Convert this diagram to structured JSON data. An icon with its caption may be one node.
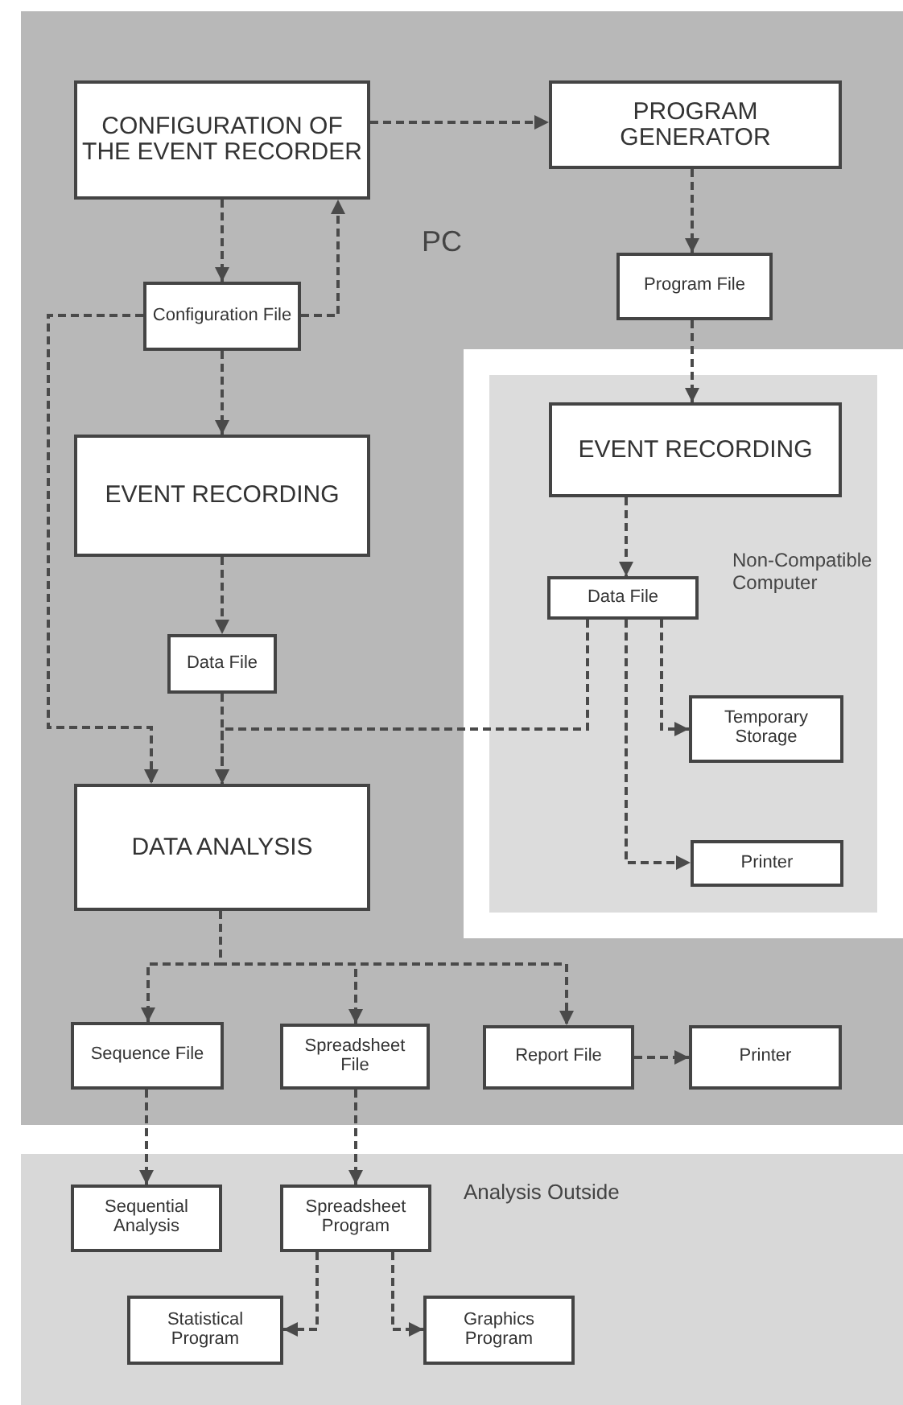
{
  "diagram": {
    "nodes": [
      {
        "text": [
          "PC"
        ]
      },
      {
        "text": [
          "CONFIGURATION OF THE EVENT RECORDER"
        ],
        "in": 0
      },
      {
        "text": [
          "PROGRAM GENERATOR"
        ],
        "in": 0
      },
      {
        "text": [
          "Configuration File"
        ],
        "in": 0
      },
      {
        "text": [
          "Program File"
        ],
        "in": 0
      },
      {
        "text": [
          "Non-Compatible Computer"
        ],
        "in": 0
      },
      {
        "text": [
          "EVENT RECORDING"
        ],
        "in": 5
      },
      {
        "text": [
          "Data File"
        ],
        "in": 5
      },
      {
        "text": [
          "Temporary Storage"
        ],
        "in": 5
      },
      {
        "text": [
          "Printer"
        ],
        "in": 5
      },
      {
        "text": [
          "EVENT RECORDING"
        ],
        "in": 0
      },
      {
        "text": [
          "Data File"
        ],
        "in": 0
      },
      {
        "text": [
          "DATA ANALYSIS"
        ],
        "in": 0
      },
      {
        "text": [
          "Sequence File"
        ],
        "in": 0
      },
      {
        "text": [
          "Spreadsheet File"
        ],
        "in": 0
      },
      {
        "text": [
          "Report File"
        ],
        "in": 0
      },
      {
        "text": [
          "Printer"
        ],
        "in": 0
      },
      {
        "text": [
          "Analysis Outside"
        ]
      },
      {
        "text": [
          "Sequential Analysis"
        ],
        "in": 17
      },
      {
        "text": [
          "Spreadsheet Program"
        ],
        "in": 17
      },
      {
        "text": [
          "Statistical Program"
        ],
        "in": 17
      },
      {
        "text": [
          "Graphics Program"
        ],
        "in": 17
      }
    ],
    "edges": [
      {
        "from": 1,
        "to": 2,
        "arrow": "to",
        "style": "dashed"
      },
      {
        "from": 1,
        "to": 3,
        "arrow": "to",
        "style": "dashed"
      },
      {
        "from": 3,
        "to": 1,
        "arrow": "to",
        "style": "dashed"
      },
      {
        "from": 3,
        "to": 12,
        "arrow": "to",
        "style": "dashed"
      },
      {
        "from": 3,
        "to": 10,
        "arrow": "to",
        "style": "dashed"
      },
      {
        "from": 2,
        "to": 4,
        "arrow": "to",
        "style": "dashed"
      },
      {
        "from": 4,
        "to": 6,
        "arrow": "to",
        "style": "dashed"
      },
      {
        "from": 6,
        "to": 7,
        "arrow": "to",
        "style": "dashed"
      },
      {
        "from": 7,
        "to": 12,
        "arrow": "to",
        "style": "dashed"
      },
      {
        "from": 7,
        "to": 8,
        "arrow": "to",
        "style": "dashed"
      },
      {
        "from": 7,
        "to": 9,
        "arrow": "to",
        "style": "dashed"
      },
      {
        "from": 10,
        "to": 11,
        "arrow": "to",
        "style": "dashed"
      },
      {
        "from": 11,
        "to": 12,
        "arrow": "to",
        "style": "dashed"
      },
      {
        "from": 12,
        "to": 13,
        "arrow": "to",
        "style": "dashed"
      },
      {
        "from": 12,
        "to": 14,
        "arrow": "to",
        "style": "dashed"
      },
      {
        "from": 12,
        "to": 15,
        "arrow": "to",
        "style": "dashed"
      },
      {
        "from": 15,
        "to": 16,
        "arrow": "to",
        "style": "dashed"
      },
      {
        "from": 13,
        "to": 18,
        "arrow": "to",
        "style": "dashed"
      },
      {
        "from": 14,
        "to": 19,
        "arrow": "to",
        "style": "dashed"
      },
      {
        "from": 19,
        "to": 20,
        "arrow": "to",
        "style": "dashed"
      },
      {
        "from": 19,
        "to": 21,
        "arrow": "to",
        "style": "dashed"
      }
    ]
  }
}
